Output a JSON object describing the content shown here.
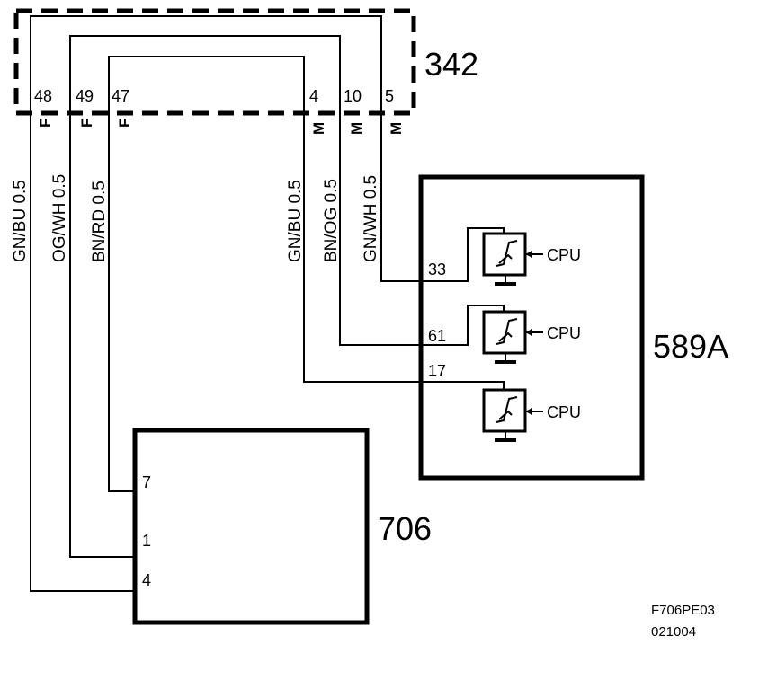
{
  "connector_342": {
    "label": "342",
    "pins": [
      "48",
      "49",
      "47",
      "4",
      "10",
      "5"
    ],
    "sides": [
      "F",
      "F",
      "F",
      "M",
      "M",
      "M"
    ]
  },
  "wires": [
    "GN/BU  0.5",
    "OG/WH  0.5",
    "BN/RD  0.5",
    "GN/BU  0.5",
    "BN/OG  0.5",
    "GN/WH  0.5"
  ],
  "module_589A": {
    "label": "589A",
    "pins": [
      "33",
      "61",
      "17"
    ],
    "cpu_labels": [
      "CPU",
      "CPU",
      "CPU"
    ]
  },
  "module_706": {
    "label": "706",
    "pins": [
      "7",
      "1",
      "4"
    ]
  },
  "reference": {
    "code": "F706PE03",
    "date": "021004"
  }
}
